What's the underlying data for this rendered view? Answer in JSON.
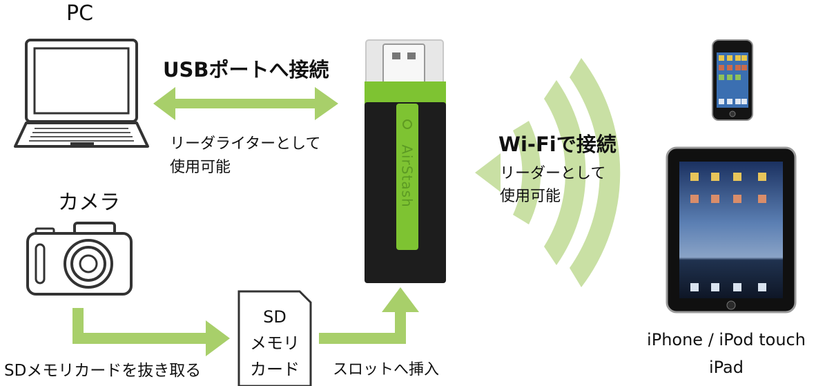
{
  "labels": {
    "pc": "PC",
    "camera": "カメラ",
    "usb_connect": "USBポートへ接続",
    "reader_line1": "リーダライターとして",
    "reader_line2": "使用可能",
    "wifi_connect": "Wi-Fiで接続",
    "wifi_reader_line1": "リーダーとして",
    "wifi_reader_line2": "使用可能",
    "sd_card_lines": [
      "SD",
      "メモリ",
      "カード"
    ],
    "remove_sd": "SDメモリカードを抜き取る",
    "insert_slot": "スロットへ挿入",
    "devices_line1": "iPhone / iPod touch",
    "devices_line2": "iPad",
    "device_brand": "AirStash"
  },
  "colors": {
    "arrow_green": "#a8cf6a",
    "wave_green": "#c9e0a4",
    "device_green": "#7ec332",
    "device_black": "#1d1d1d",
    "outline": "#333333"
  }
}
